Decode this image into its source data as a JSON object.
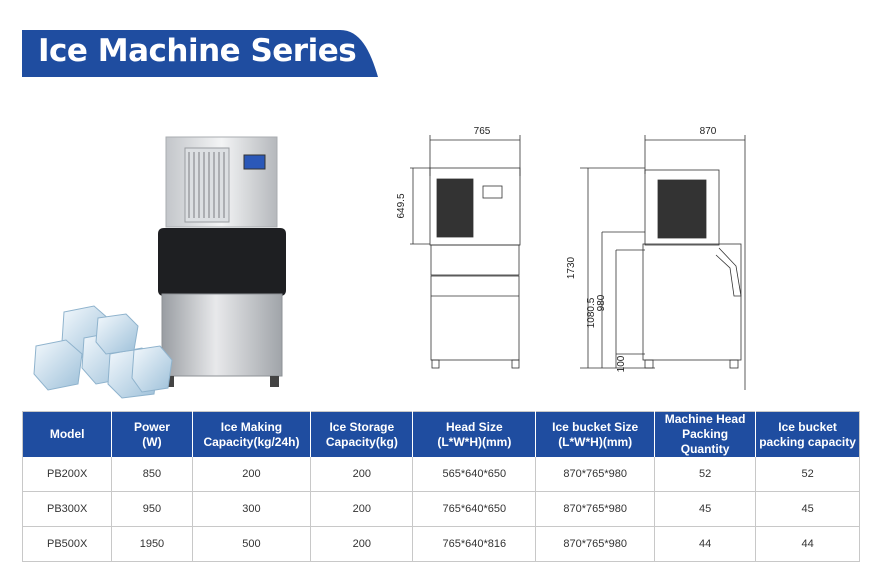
{
  "banner": {
    "title": "Ice Machine Series",
    "color": "#1f4da0"
  },
  "drawing_labels": {
    "front_width": "765",
    "side_width": "870",
    "head_height": "649.5",
    "total_height": "1730",
    "bucket_height_1": "1080.5",
    "bucket_height_2": "980",
    "leg_height": "100"
  },
  "table": {
    "headers": [
      [
        "Model"
      ],
      [
        "Power",
        "(W)"
      ],
      [
        "Ice Making",
        "Capacity(kg/24h)"
      ],
      [
        "Ice Storage",
        "Capacity(kg)"
      ],
      [
        "Head Size",
        "(L*W*H)(mm)"
      ],
      [
        "Ice bucket Size",
        "(L*W*H)(mm)"
      ],
      [
        "Machine Head",
        "Packing Quantity"
      ],
      [
        "Ice bucket",
        "packing capacity"
      ]
    ],
    "rows": [
      [
        "PB200X",
        "850",
        "200",
        "200",
        "565*640*650",
        "870*765*980",
        "52",
        "52"
      ],
      [
        "PB300X",
        "950",
        "300",
        "200",
        "765*640*650",
        "870*765*980",
        "45",
        "45"
      ],
      [
        "PB500X",
        "1950",
        "500",
        "200",
        "765*640*816",
        "870*765*980",
        "44",
        "44"
      ]
    ]
  }
}
